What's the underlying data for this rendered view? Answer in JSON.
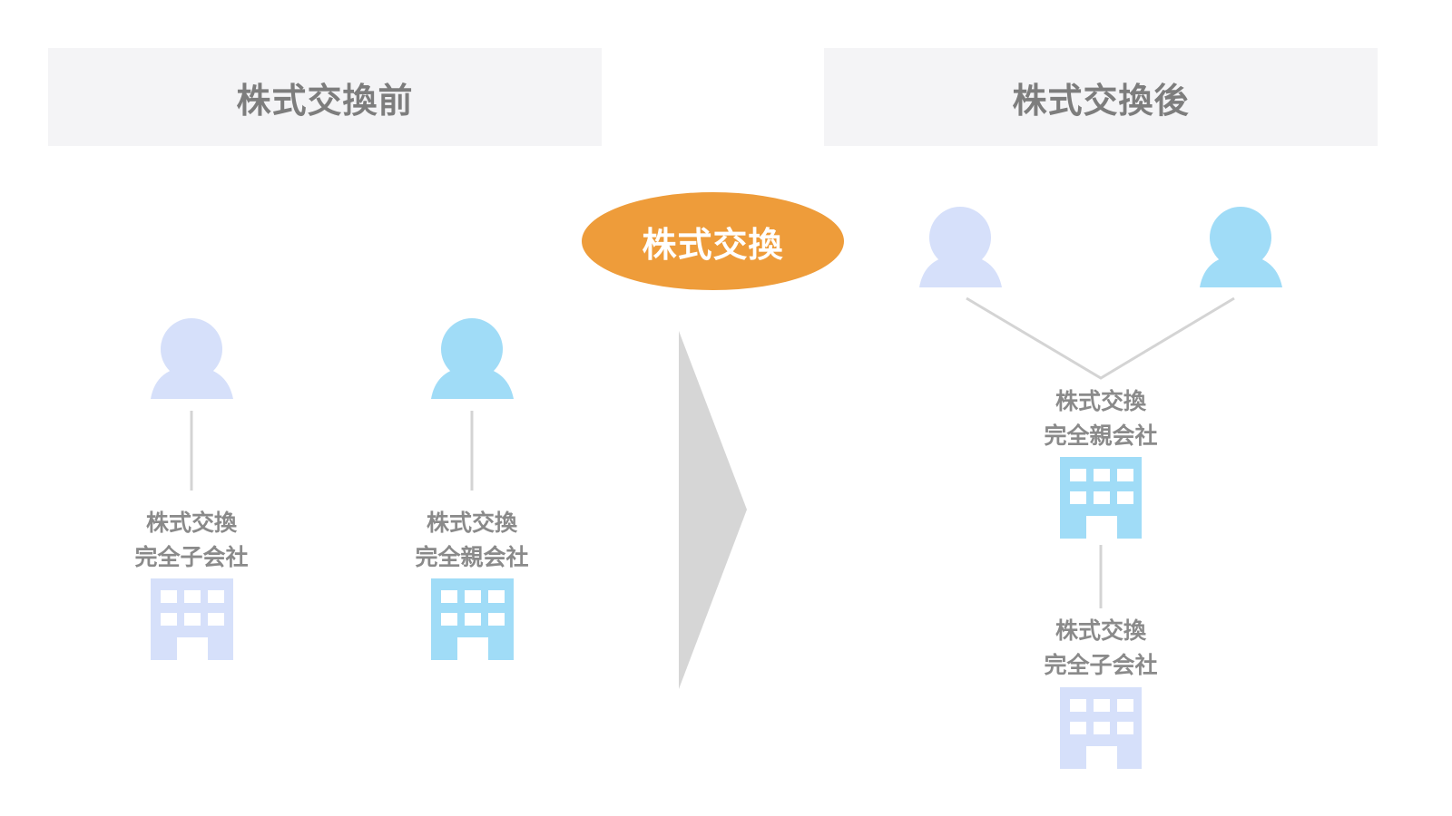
{
  "headers": {
    "before": "株式交換前",
    "after": "株式交換後"
  },
  "center_label": "株式交換",
  "before": {
    "left_company": {
      "line1": "株式交換",
      "line2": "完全子会社"
    },
    "right_company": {
      "line1": "株式交換",
      "line2": "完全親会社"
    }
  },
  "after": {
    "parent_company": {
      "line1": "株式交換",
      "line2": "完全親会社"
    },
    "child_company": {
      "line1": "株式交換",
      "line2": "完全子会社"
    }
  },
  "colors": {
    "pale_blue": "#d6e0fa",
    "sky_blue": "#a0dcf7",
    "orange": "#ee9c3a",
    "arrow_gray": "#d6d6d6",
    "line_gray": "#d4d4d4",
    "header_bg": "#f4f4f6",
    "text_gray": "#8a8a8a"
  },
  "icons": [
    "person-icon",
    "building-icon",
    "arrow-right-icon"
  ]
}
